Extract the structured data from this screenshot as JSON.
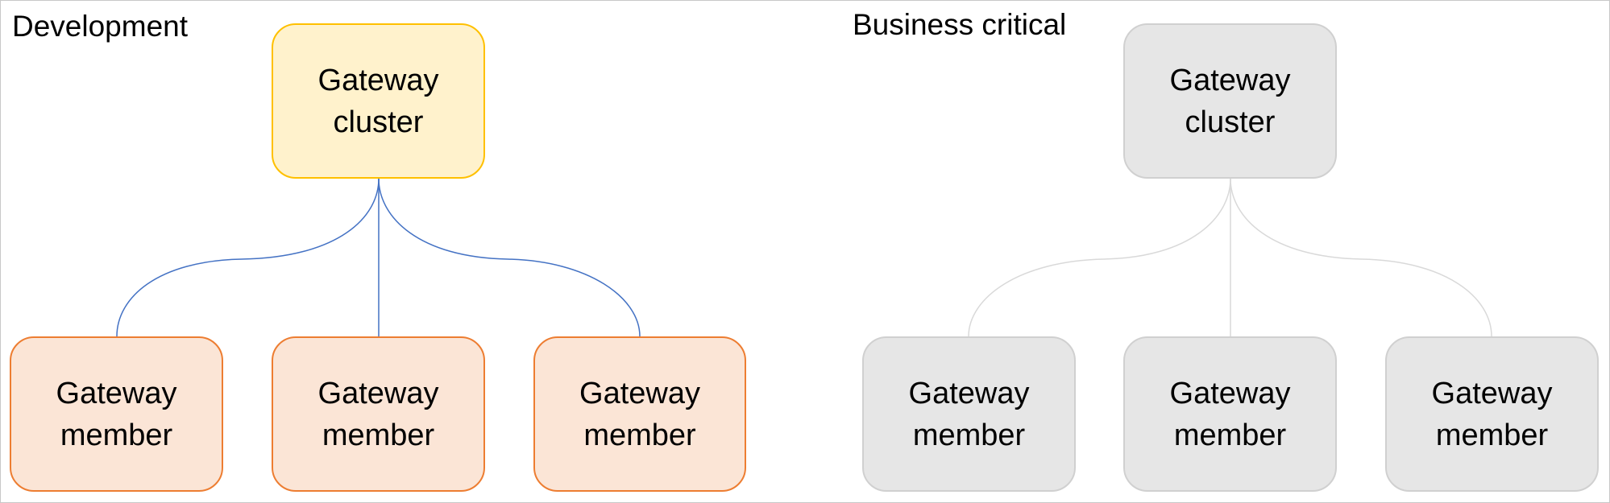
{
  "colors": {
    "dev_cluster_fill": "#FFF2CC",
    "dev_cluster_border": "#FFC000",
    "dev_member_fill": "#FBE5D6",
    "dev_member_border": "#ED7D31",
    "dev_connector": "#4472C4",
    "bc_fill": "#E6E6E6",
    "bc_border": "#D0D0D0",
    "bc_connector": "#D9D9D9"
  },
  "development": {
    "title": "Development",
    "cluster": {
      "label": "Gateway\ncluster"
    },
    "members": [
      {
        "label": "Gateway\nmember"
      },
      {
        "label": "Gateway\nmember"
      },
      {
        "label": "Gateway\nmember"
      }
    ]
  },
  "business_critical": {
    "title": "Business critical",
    "cluster": {
      "label": "Gateway\ncluster"
    },
    "members": [
      {
        "label": "Gateway\nmember"
      },
      {
        "label": "Gateway\nmember"
      },
      {
        "label": "Gateway\nmember"
      }
    ]
  }
}
